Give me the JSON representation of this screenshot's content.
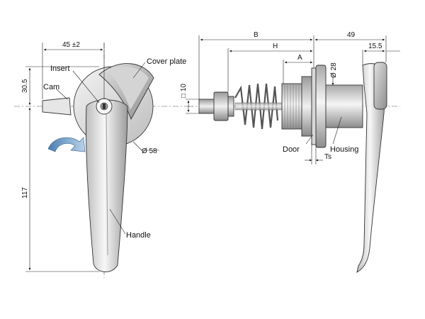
{
  "labels": {
    "cover_plate": "Cover plate",
    "insert": "Insert",
    "cam": "Cam",
    "handle": "Handle",
    "door": "Door",
    "housing": "Housing"
  },
  "dimensions": {
    "width_45": "45 ±2",
    "height_30_5": "30.5",
    "height_117": "117",
    "dia_58": "Ø 58",
    "square_10": "□ 10",
    "dia_28": "Ø 28",
    "b": "B",
    "h": "H",
    "a": "A",
    "len_49": "49",
    "len_15_5": "15.5",
    "ts": "Ts"
  },
  "colors": {
    "metal_light": "#f2f2f2",
    "metal_mid": "#c8c8c8",
    "metal_dark": "#8a8a8a",
    "line": "#222222"
  }
}
